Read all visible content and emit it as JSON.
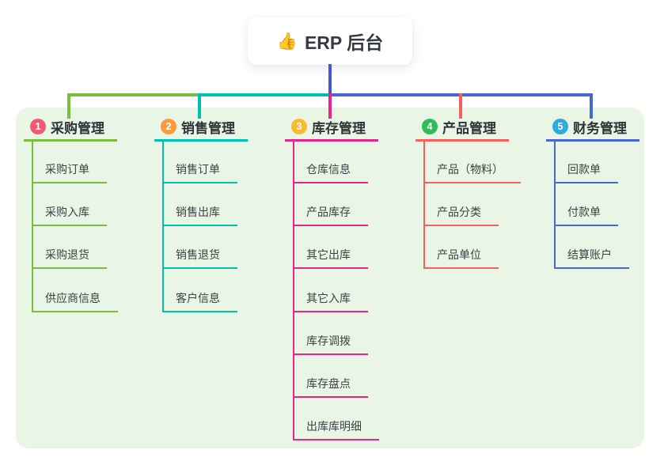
{
  "root": {
    "icon": "👍",
    "label": "ERP 后台"
  },
  "branches": [
    {
      "num": "1",
      "label": "采购管理",
      "line_color": "#7cbe3c",
      "badge_color": "#ef5b70",
      "children": [
        "采购订单",
        "采购入库",
        "采购退货",
        "供应商信息"
      ]
    },
    {
      "num": "2",
      "label": "销售管理",
      "line_color": "#00c0b2",
      "badge_color": "#fb9b3c",
      "children": [
        "销售订单",
        "销售出库",
        "销售退货",
        "客户信息"
      ]
    },
    {
      "num": "3",
      "label": "库存管理",
      "line_color": "#e8258f",
      "badge_color": "#fcba32",
      "children": [
        "仓库信息",
        "产品库存",
        "其它出库",
        "其它入库",
        "库存调拨",
        "库存盘点",
        "出库库明细"
      ]
    },
    {
      "num": "4",
      "label": "产品管理",
      "line_color": "#f7605a",
      "badge_color": "#2ebd57",
      "children": [
        "产品（物料）",
        "产品分类",
        "产品单位"
      ]
    },
    {
      "num": "5",
      "label": "财务管理",
      "line_color": "#4a66d1",
      "badge_color": "#32a8df",
      "children": [
        "回款单",
        "付款单",
        "结算账户"
      ]
    }
  ],
  "colors": {
    "root_connector": "#4656d1",
    "panel_bg": "#eaf6e5"
  }
}
